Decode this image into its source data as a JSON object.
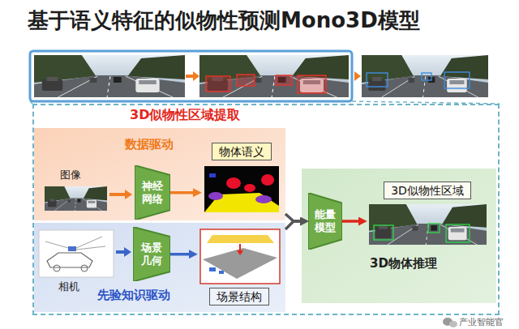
{
  "diagram": {
    "title": "基于语义特征的似物性预测Mono3D模型",
    "nodes": [
      {
        "text": [
          "3D似物性区域提取"
        ]
      },
      {
        "text": [
          "数据驱动"
        ],
        "in": 0
      },
      {
        "text": [
          "神经 网络"
        ],
        "in": 1
      },
      {
        "text": [
          "物体语义"
        ],
        "in": 1
      },
      {
        "text": [
          "先验知识驱动"
        ],
        "in": 0
      },
      {
        "text": [
          "场景 几何"
        ],
        "in": 4
      },
      {
        "text": [
          "场景结构"
        ],
        "in": 4
      },
      {
        "text": [
          "3D物体推理"
        ],
        "in": 0
      },
      {
        "text": [
          "能量 模型"
        ],
        "in": 7
      },
      {
        "text": [
          "3D似物性区域"
        ],
        "in": 7
      }
    ],
    "edges": [
      {
        "from": 2,
        "to": 3,
        "arrow": "to"
      },
      {
        "from": 5,
        "to": 6,
        "arrow": "to"
      },
      {
        "from": 1,
        "to": 8,
        "arrow": "to"
      },
      {
        "from": 4,
        "to": 8,
        "arrow": "to"
      },
      {
        "from": 8,
        "to": 9,
        "arrow": "to"
      }
    ],
    "labels": [
      "图像",
      "相机",
      "产业智能官"
    ]
  }
}
